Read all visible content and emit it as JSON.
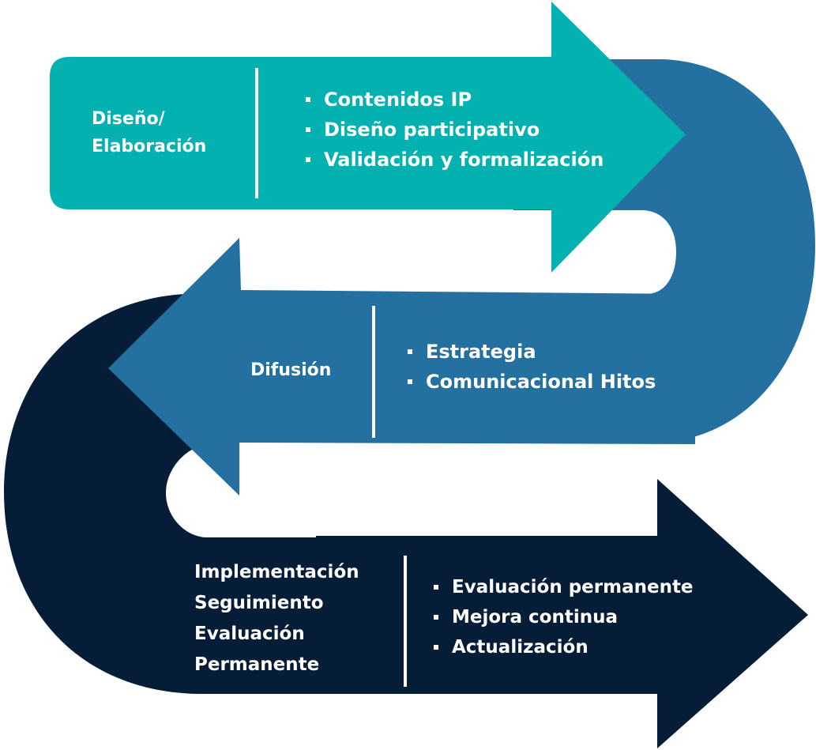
{
  "colors": {
    "teal": "#03b1b1",
    "mid_blue": "#2470a0",
    "navy": "#051d36",
    "text": "#ffffff",
    "background": "#ffffff"
  },
  "stages": [
    {
      "label": "Diseño/\nElaboración",
      "items": [
        "Contenidos IP",
        "Diseño participativo",
        "Validación y formalización"
      ]
    },
    {
      "label": "Difusión",
      "items": [
        "Estrategia",
        "Comunicacional Hitos"
      ]
    },
    {
      "label": "Implementación\nSeguimiento\nEvaluación\nPermanente",
      "items": [
        "Evaluación permanente",
        "Mejora continua",
        "Actualización"
      ]
    }
  ]
}
